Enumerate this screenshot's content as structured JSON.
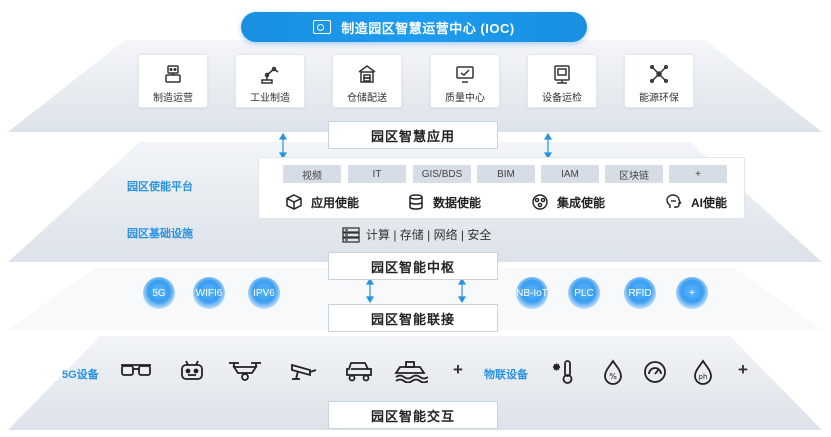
{
  "title": "制造园区智慧运营中心 (IOC)",
  "apps": [
    {
      "label": "制造运营",
      "icon": "robot-icon"
    },
    {
      "label": "工业制造",
      "icon": "robot-arm-icon"
    },
    {
      "label": "仓储配送",
      "icon": "warehouse-icon"
    },
    {
      "label": "质量中心",
      "icon": "quality-check-icon"
    },
    {
      "label": "设备运检",
      "icon": "equipment-inspection-icon"
    },
    {
      "label": "能源环保",
      "icon": "energy-network-icon"
    }
  ],
  "sections": {
    "application": "园区智慧应用",
    "hub": "园区智能中枢",
    "connect": "园区智能联接",
    "interact": "园区智能交互"
  },
  "side_labels": {
    "platform": "园区使能平台",
    "infrastructure": "园区基础设施",
    "devices_5g": "5G设备",
    "devices_iot": "物联设备"
  },
  "tech_chips": [
    "视频",
    "IT",
    "GIS/BDS",
    "BIM",
    "IAM",
    "区块链",
    "+"
  ],
  "enablers": [
    {
      "label": "应用使能",
      "icon": "cube-icon"
    },
    {
      "label": "数据使能",
      "icon": "database-icon"
    },
    {
      "label": "集成使能",
      "icon": "integration-icon"
    },
    {
      "label": "AI使能",
      "icon": "ai-brain-icon"
    }
  ],
  "infra_text": "计算 | 存储 | 网络 | 安全",
  "protocols_left": [
    "5G",
    "WIFI6",
    "IPV6"
  ],
  "protocols_right": [
    "NB-IoT",
    "PLC",
    "RFID",
    "+"
  ],
  "plus_symbol": "+",
  "colors": {
    "accent": "#1c9cf0",
    "label_blue": "#2a93e0",
    "layer": "#e9edf2"
  }
}
